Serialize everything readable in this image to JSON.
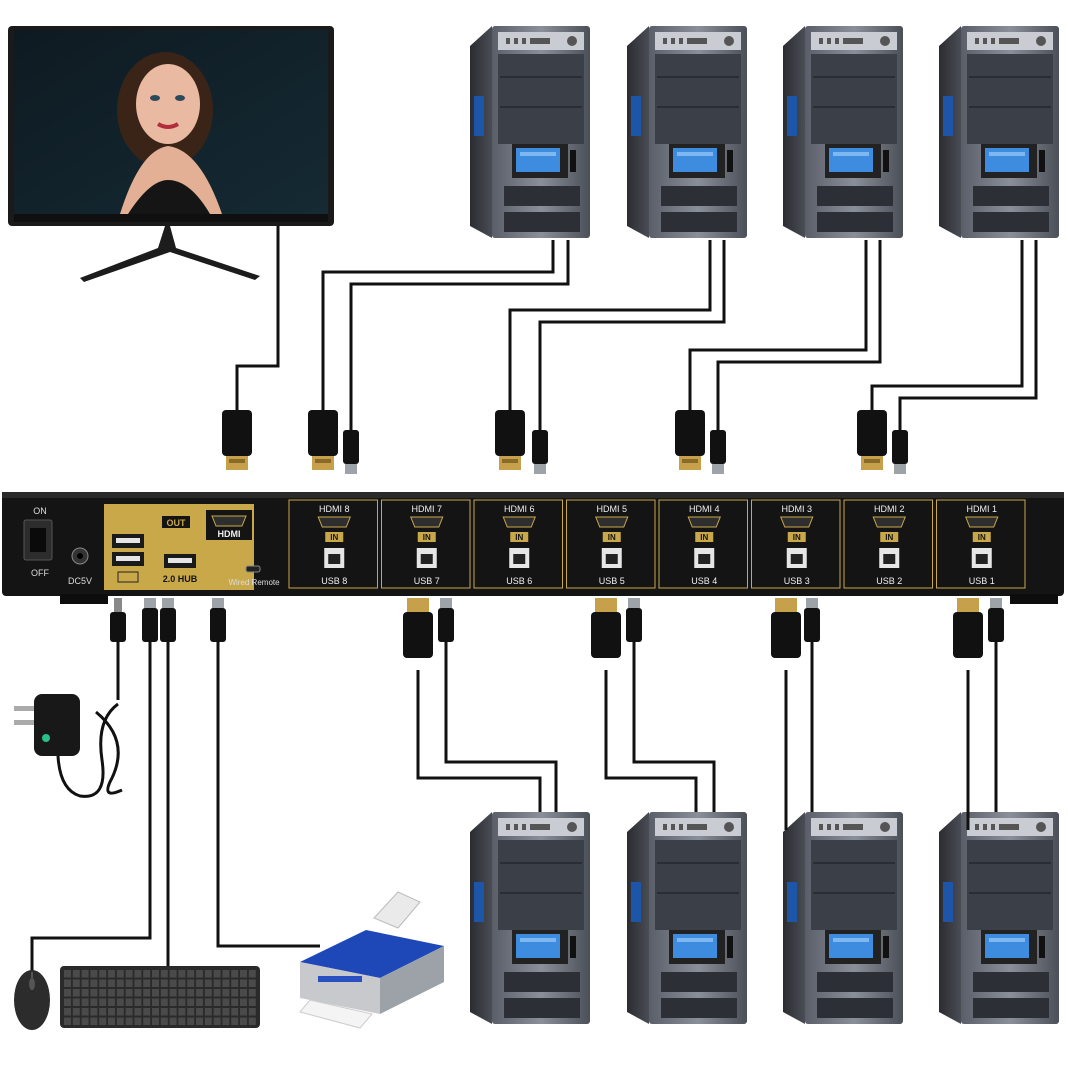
{
  "kvm": {
    "power_on_label": "ON",
    "power_off_label": "OFF",
    "dc_label": "DC5V",
    "out_label": "OUT",
    "hdmi_out_label": "HDMI",
    "hub_label": "2.0 HUB",
    "remote_label": "Wired Remote",
    "in_label": "IN",
    "ports": [
      {
        "hdmi": "HDMI 8",
        "usb": "USB 8"
      },
      {
        "hdmi": "HDMI 7",
        "usb": "USB 7"
      },
      {
        "hdmi": "HDMI 6",
        "usb": "USB 6"
      },
      {
        "hdmi": "HDMI 5",
        "usb": "USB 5"
      },
      {
        "hdmi": "HDMI 4",
        "usb": "USB 4"
      },
      {
        "hdmi": "HDMI 3",
        "usb": "USB 3"
      },
      {
        "hdmi": "HDMI 2",
        "usb": "USB 2"
      },
      {
        "hdmi": "HDMI 1",
        "usb": "USB 1"
      }
    ]
  },
  "colors": {
    "panel": "#141414",
    "gold": "#c9a84a",
    "cable": "#111111",
    "tower": "#3a3d45",
    "screen_blue": "#3d8ce0"
  },
  "devices": {
    "monitor": "monitor-icon",
    "computer": "computer-tower-icon",
    "mouse": "mouse-icon",
    "keyboard": "keyboard-icon",
    "printer": "printer-icon",
    "adapter": "power-adapter-icon"
  }
}
